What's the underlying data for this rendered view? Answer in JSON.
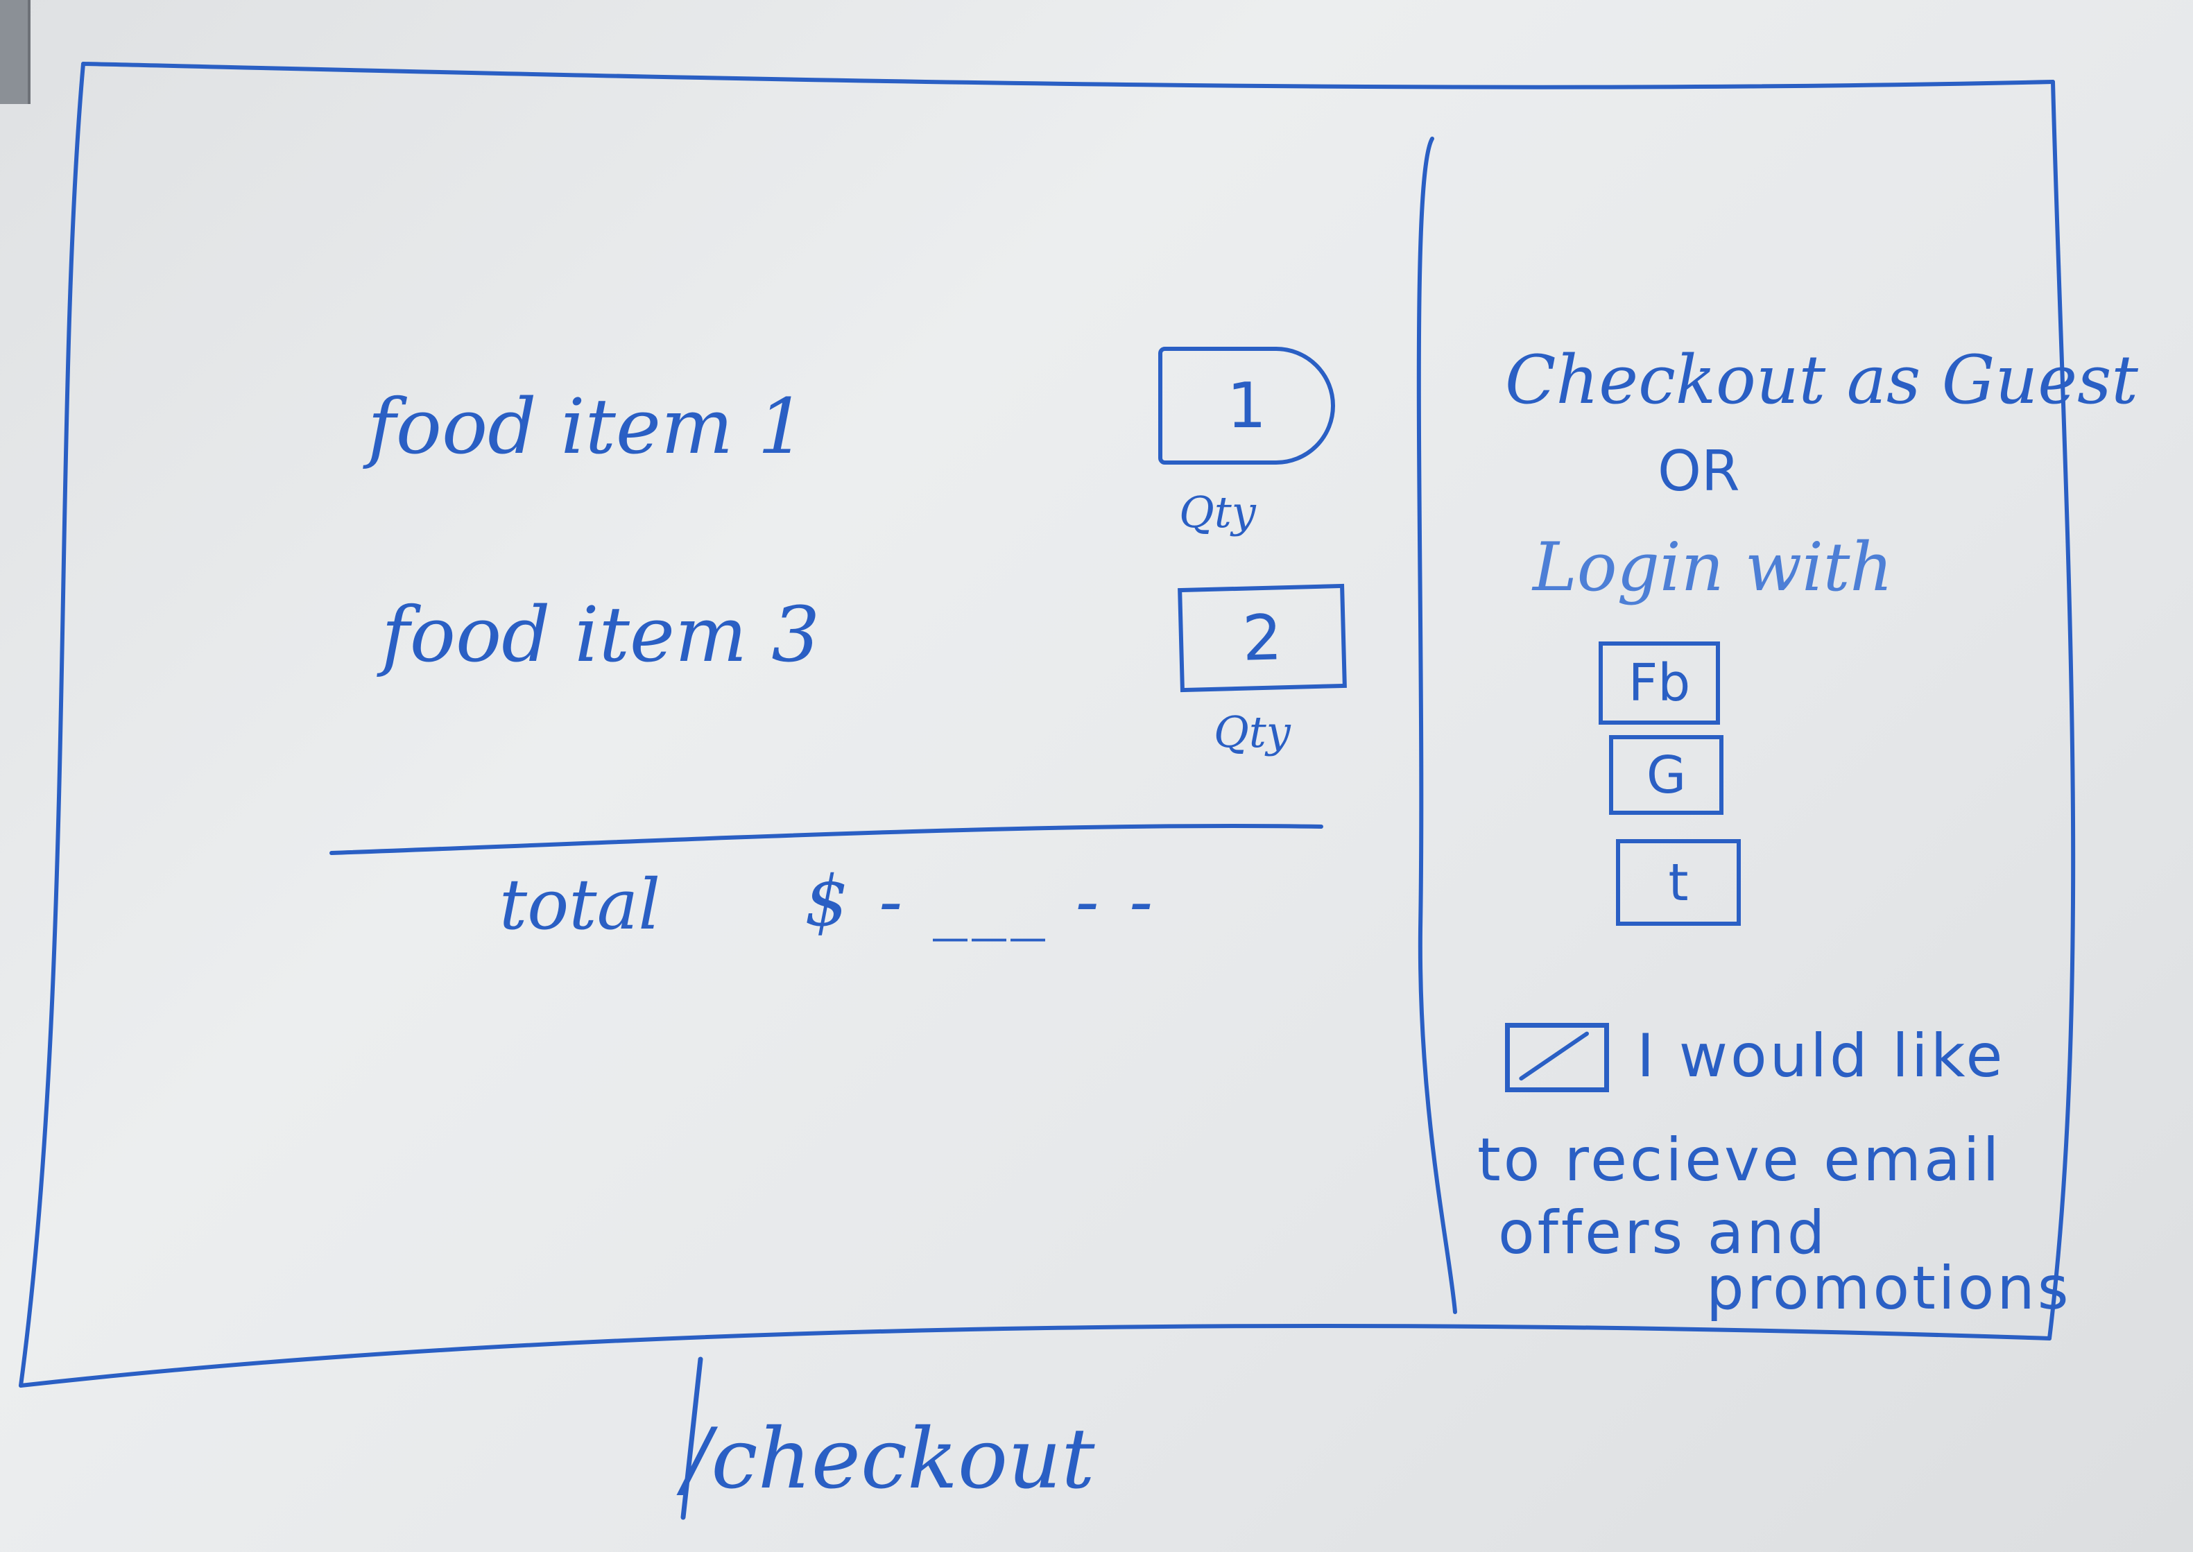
{
  "cart": {
    "items": [
      {
        "name": "food item 1",
        "qty": "1",
        "qty_caption": "Qty"
      },
      {
        "name": "food item 3",
        "qty": "2",
        "qty_caption": "Qty"
      }
    ],
    "total_label": "total",
    "total_value": "$ - ___ - -"
  },
  "checkout_panel": {
    "guest_label": "Checkout as Guest",
    "or_label": "OR",
    "login_label": "Login with",
    "social_buttons": [
      {
        "label": "Fb",
        "icon": "facebook-icon"
      },
      {
        "label": "G",
        "icon": "google-icon"
      },
      {
        "label": "t",
        "icon": "twitter-icon"
      }
    ],
    "optin_line1": "I would like",
    "optin_line2": "to recieve email",
    "optin_line3": "offers and",
    "optin_line4": "promotions"
  },
  "route_label": "/checkout",
  "colors": {
    "ink": "#2a5fc4",
    "board": "#e4e6e8"
  }
}
